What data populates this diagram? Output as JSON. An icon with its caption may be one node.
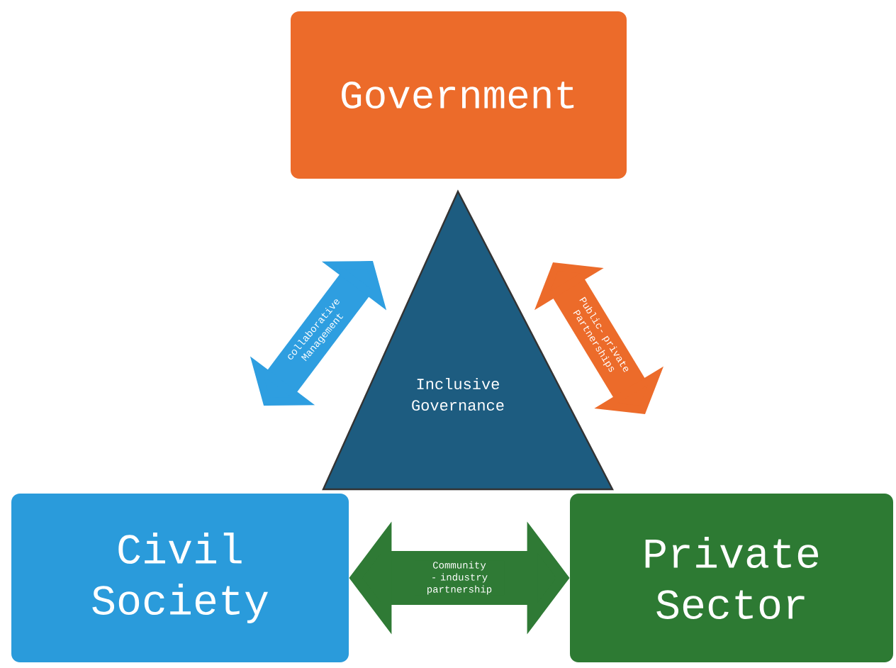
{
  "diagram": {
    "nodes": [
      {
        "text": [
          "Government"
        ]
      },
      {
        "text": [
          "Inclusive Governance"
        ]
      },
      {
        "text": [
          "Civil Society"
        ]
      },
      {
        "text": [
          "Private Sector"
        ]
      },
      {
        "text": [
          "collaborative Management"
        ]
      },
      {
        "text": [
          "Public- private Partnerships"
        ]
      }
    ],
    "edges": [
      {
        "from": 2,
        "to": 3,
        "arrow": "both",
        "label": "Community - industry partnership",
        "color": "#2f7a35"
      }
    ]
  }
}
